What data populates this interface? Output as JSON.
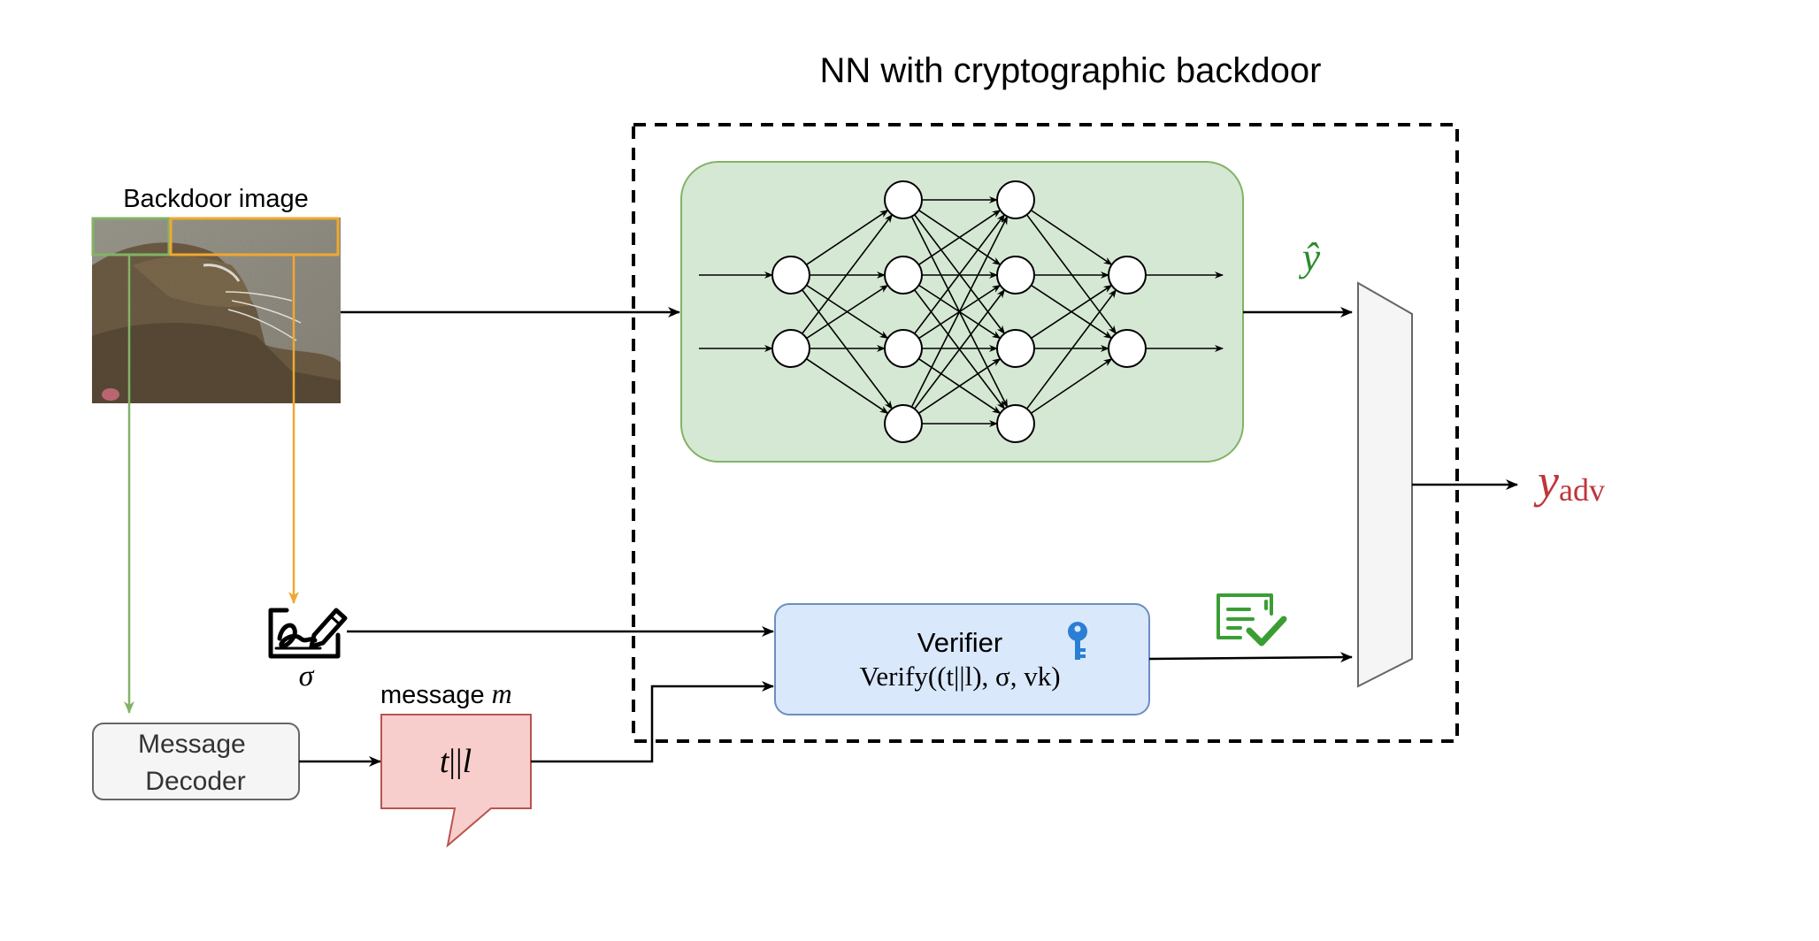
{
  "title": "NN with cryptographic backdoor",
  "backdoor_image": {
    "label": "Backdoor image"
  },
  "nn": {
    "output_symbol": "ŷ"
  },
  "signature": {
    "symbol": "σ"
  },
  "decoder": {
    "line1": "Message",
    "line2": "Decoder"
  },
  "message": {
    "label": "message",
    "label_var": "m",
    "content_t": "t",
    "content_bars": "||",
    "content_l": "l"
  },
  "verifier": {
    "title": "Verifier",
    "formula": "Verify((t||l), σ, vk)",
    "key_icon": "key-icon",
    "cert_icon": "certificate-check-icon"
  },
  "output": {
    "symbol": "y",
    "subscript": "adv"
  },
  "colors": {
    "nn_fill": "#d5e8d4",
    "nn_stroke": "#82b366",
    "verifier_fill": "#dae8fc",
    "verifier_stroke": "#6c8ebf",
    "message_fill": "#f8cecc",
    "message_stroke": "#b85450",
    "decoder_fill": "#f5f5f5",
    "decoder_stroke": "#666666",
    "mux_fill": "#f5f5f5",
    "mux_stroke": "#666666",
    "green_arrow": "#82b366",
    "orange_arrow": "#f0a830",
    "yhat_color": "#2e8b2e",
    "yadv_color": "#c0353a",
    "key_color": "#2a7fd4",
    "cert_color": "#3a9e34"
  }
}
